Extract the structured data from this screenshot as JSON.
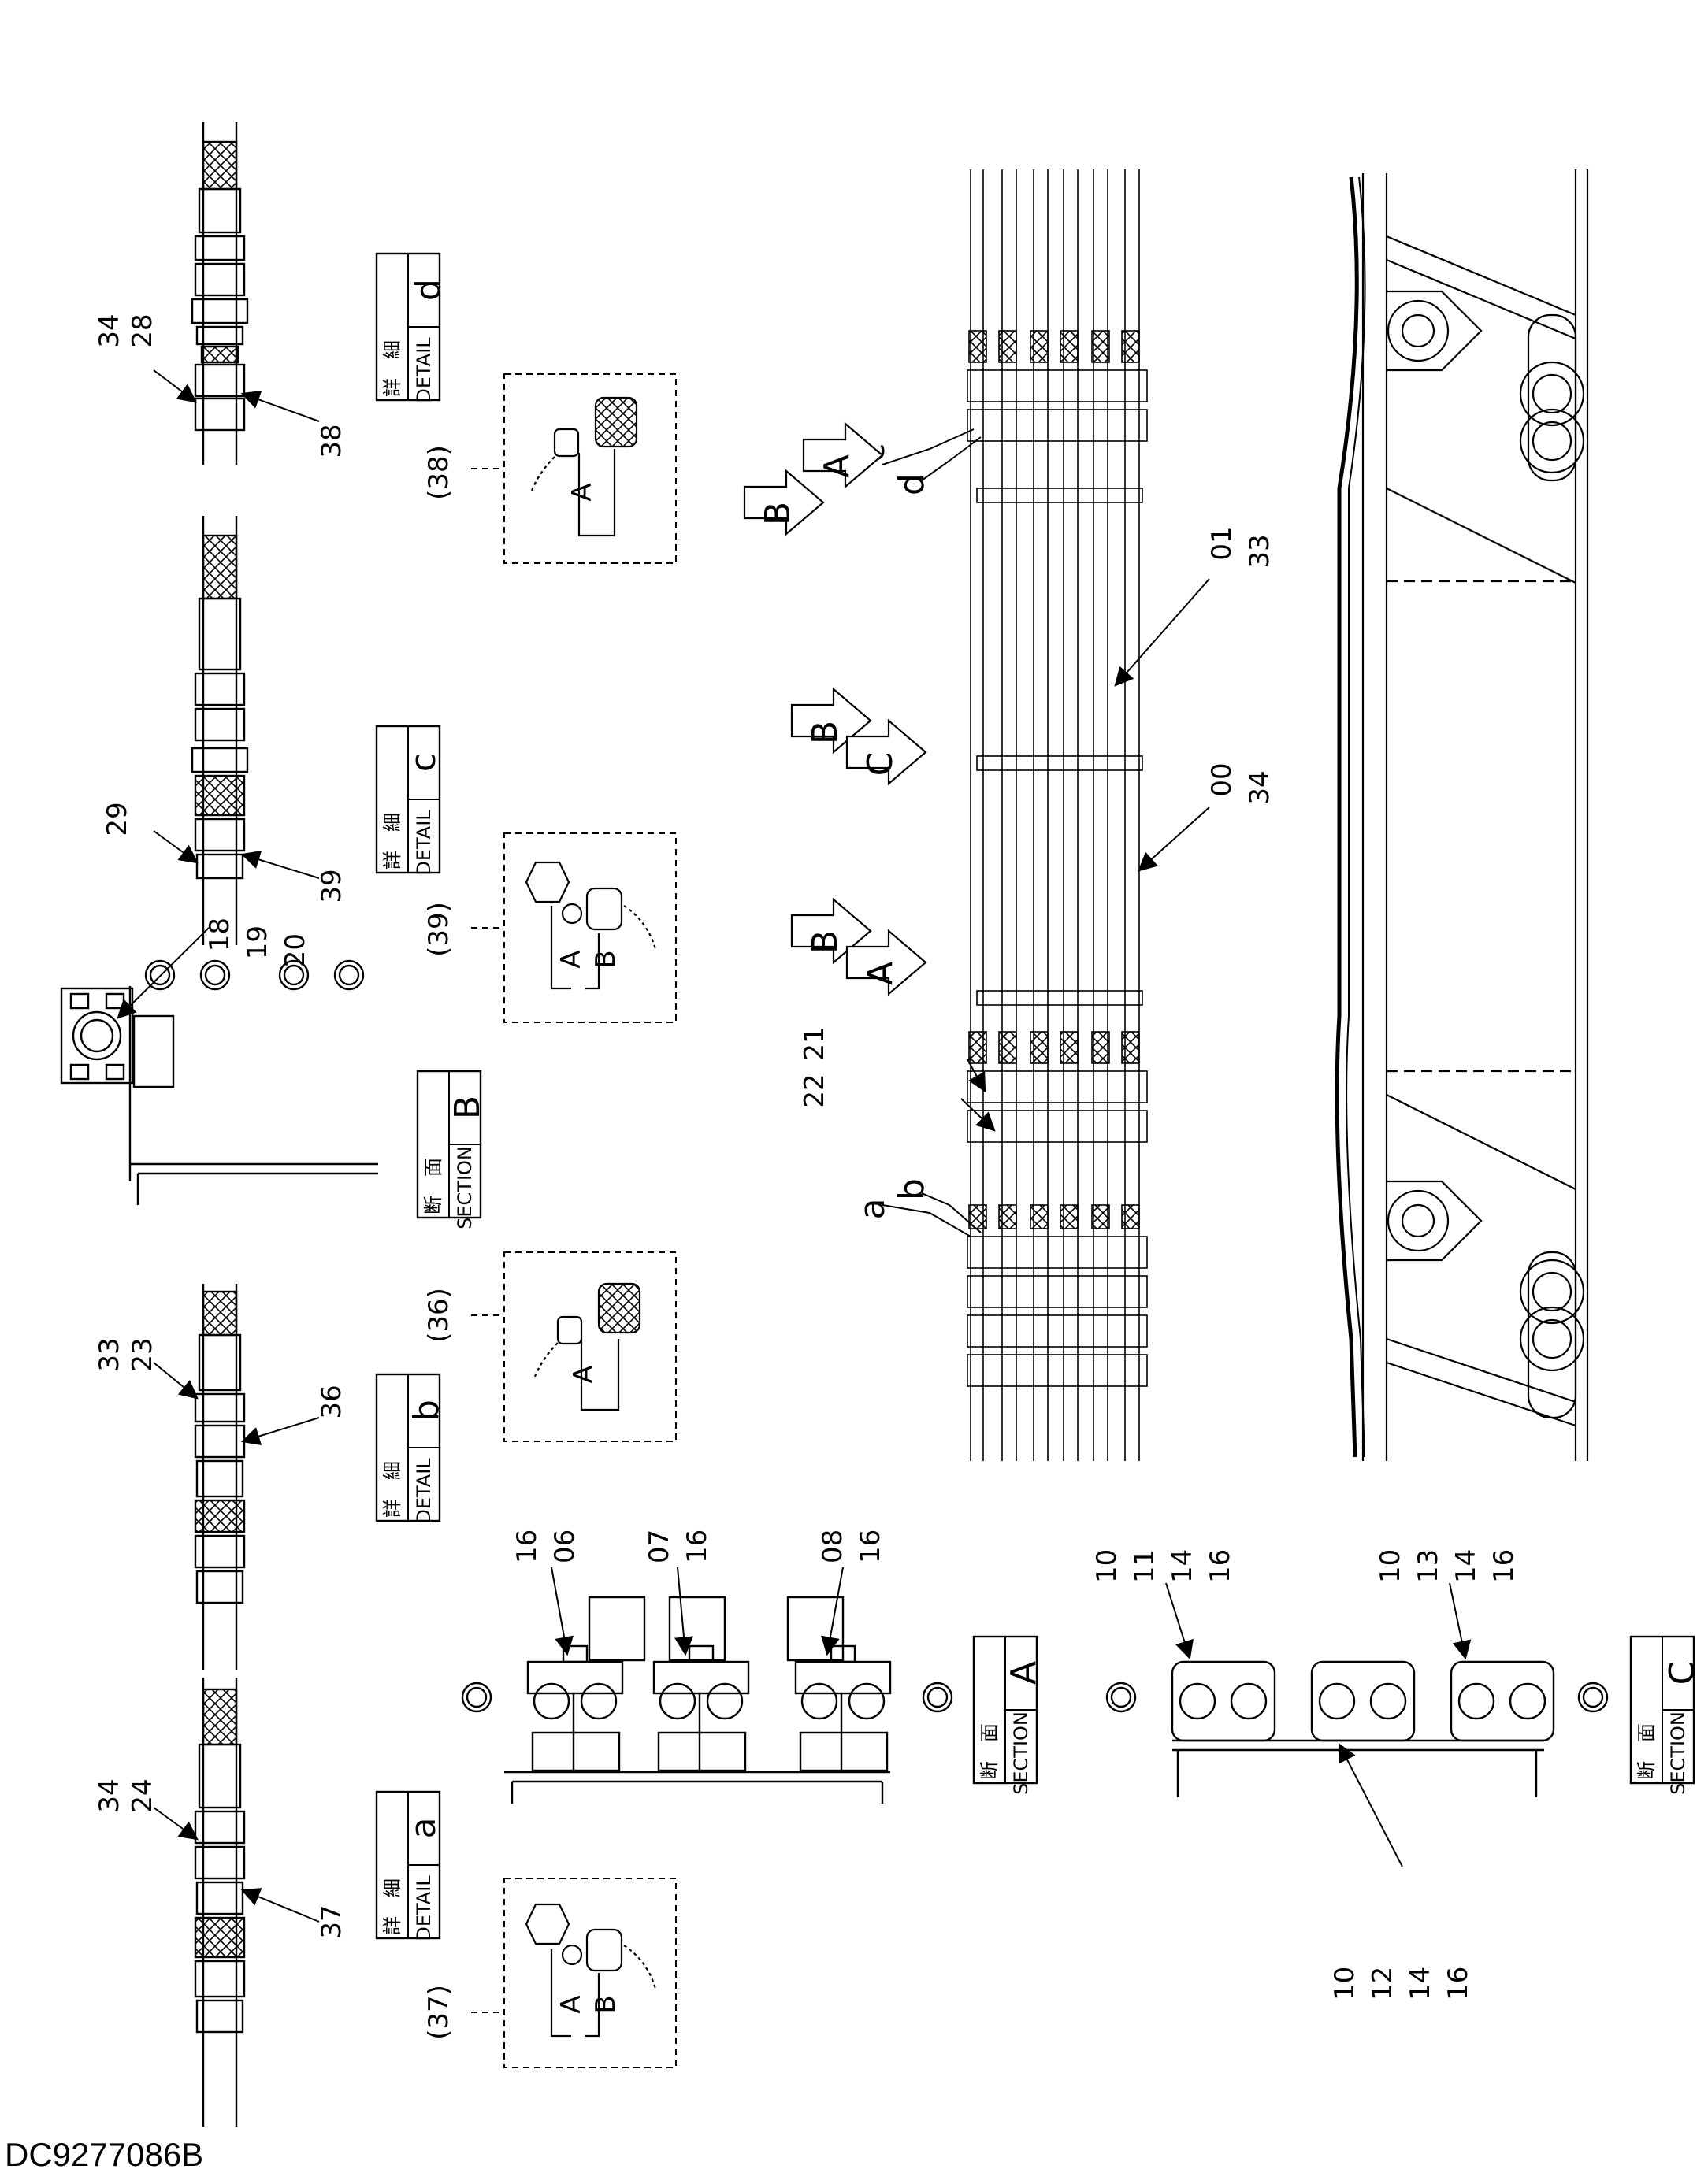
{
  "document_id": "DC9277086B",
  "boxes": {
    "detail_kanji": "詳　細",
    "detail_en": "DETAIL",
    "section_kanji": "断　面",
    "section_en": "SECTION"
  },
  "details": [
    {
      "letter": "d",
      "top": [
        "34",
        "28"
      ],
      "side": "38",
      "ref": "(38)"
    },
    {
      "letter": "c",
      "top": [
        "29"
      ],
      "side": "39",
      "ref": "(39)"
    },
    {
      "letter": "b",
      "top": [
        "33",
        "23"
      ],
      "side": "36",
      "ref": "(36)"
    },
    {
      "letter": "a",
      "top": [
        "34",
        "24"
      ],
      "side": "37",
      "ref": "(37)"
    }
  ],
  "sections": [
    {
      "letter": "B",
      "callout": [
        "18",
        "19",
        "20"
      ]
    },
    {
      "letter": "A",
      "callouts": [
        [
          "16",
          "06"
        ],
        [
          "07",
          "16"
        ],
        [
          "08",
          "16"
        ]
      ]
    },
    {
      "letter": "C",
      "callouts": [
        [
          "10",
          "11",
          "14",
          "16"
        ],
        [
          "10",
          "13",
          "14",
          "16"
        ],
        [
          "10",
          "12",
          "14",
          "16"
        ]
      ]
    }
  ],
  "part_letters": {
    "a": "A",
    "b": "B"
  },
  "main_view": {
    "markers": [
      "a",
      "b",
      "c",
      "d"
    ],
    "callouts": [
      [
        "01",
        "33"
      ],
      [
        "00",
        "34"
      ],
      [
        "21"
      ],
      [
        "22"
      ]
    ],
    "section_arrows": [
      "B",
      "A",
      "B",
      "C",
      "B",
      "A"
    ]
  }
}
